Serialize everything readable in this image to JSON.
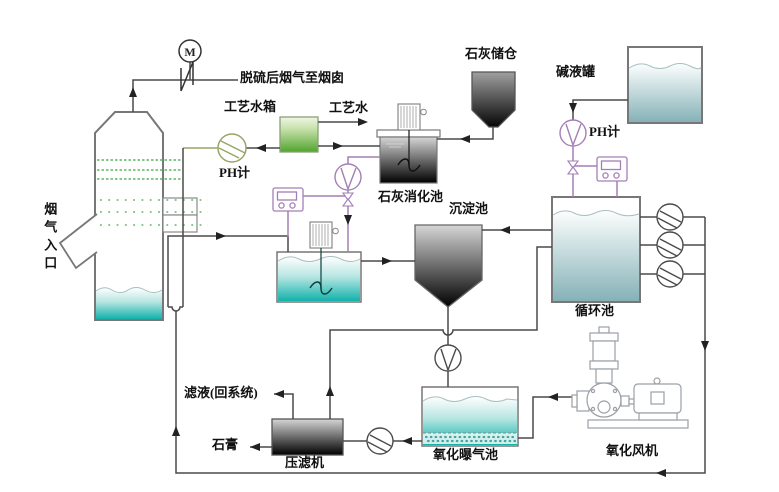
{
  "diagram": {
    "type": "process-flow-diagram",
    "subject": "flue gas desulfurization slurry / wastewater system"
  },
  "labels": {
    "stack_outlet": "脱硫后烟气至烟囱",
    "motor": "M",
    "flue_gas_inlet": "烟气入口",
    "process_water_tank": "工艺水箱",
    "process_water": "工艺水",
    "ph_meter_absorber": "PH计",
    "ph_meter_circulation": "PH计",
    "lime_silo": "石灰储仓",
    "lime_slaking_tank": "石灰消化池",
    "alkali_tank": "碱液罐",
    "sedimentation_tank": "沉淀池",
    "circulation_tank": "循环池",
    "filtrate_return": "滤液(回系统)",
    "gypsum": "石膏",
    "filter_press": "压滤机",
    "oxidation_aeration_tank": "氧化曝气池",
    "oxidation_blower": "氧化风机"
  },
  "colors": {
    "background": "#ffffff",
    "pipe_line": "#4a4a4a",
    "instrument_purple": "#a47fb5",
    "ph_pump_olive": "#97a566",
    "spray_green": "#5fb567",
    "water_teal": "#12b1ab",
    "water_soft_teal": "#8ab5ba",
    "process_water_green": "#52a42e",
    "dark_vessel": "#000000",
    "vessel_outline": "#777777"
  }
}
